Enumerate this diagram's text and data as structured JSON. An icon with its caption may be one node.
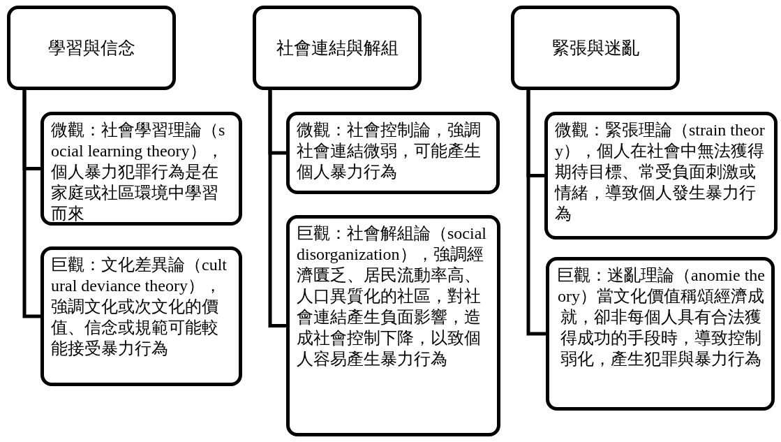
{
  "diagram": {
    "nodes": [
      {
        "text": [
          "學習與信念"
        ]
      },
      {
        "text": [
          "微觀：社會學習理論（social learning theory），個人暴力犯罪行為是在家庭或社區環境中學習而來"
        ]
      },
      {
        "text": [
          "巨觀：文化差異論（cultural deviance theory），強調文化或次文化的價值、信念或規範可能較能接受暴力行為"
        ]
      },
      {
        "text": [
          "社會連結與解組"
        ]
      },
      {
        "text": [
          "微觀：社會控制論，強調社會連結微弱，可能產生個人暴力行為"
        ]
      },
      {
        "text": [
          "巨觀：社會解組論（social disorganization），強調經濟匱乏、居民流動率高、人口異質化的社區，對社會連結產生負面影響，造成社會控制下降，以致個人容易產生暴力行為"
        ]
      },
      {
        "text": [
          "緊張與迷亂"
        ]
      },
      {
        "text": [
          "微觀：緊張理論（strain theory），個人在社會中無法獲得期待目標、常受負面刺激或情緒，導致個人發生暴力行為"
        ]
      },
      {
        "text": [
          "巨觀：迷亂理論（anomie theory）當文化價值稱頌經濟成就，卻非每個人具有合法獲得成功的手段時，導致控制弱化，產生犯罪與暴力行為"
        ]
      }
    ],
    "edges": [
      {
        "from": 0,
        "to": 1,
        "arrow": "none"
      },
      {
        "from": 0,
        "to": 2,
        "arrow": "none"
      },
      {
        "from": 3,
        "to": 4,
        "arrow": "none"
      },
      {
        "from": 3,
        "to": 5,
        "arrow": "none"
      },
      {
        "from": 6,
        "to": 7,
        "arrow": "none"
      },
      {
        "from": 6,
        "to": 8,
        "arrow": "none"
      }
    ]
  }
}
